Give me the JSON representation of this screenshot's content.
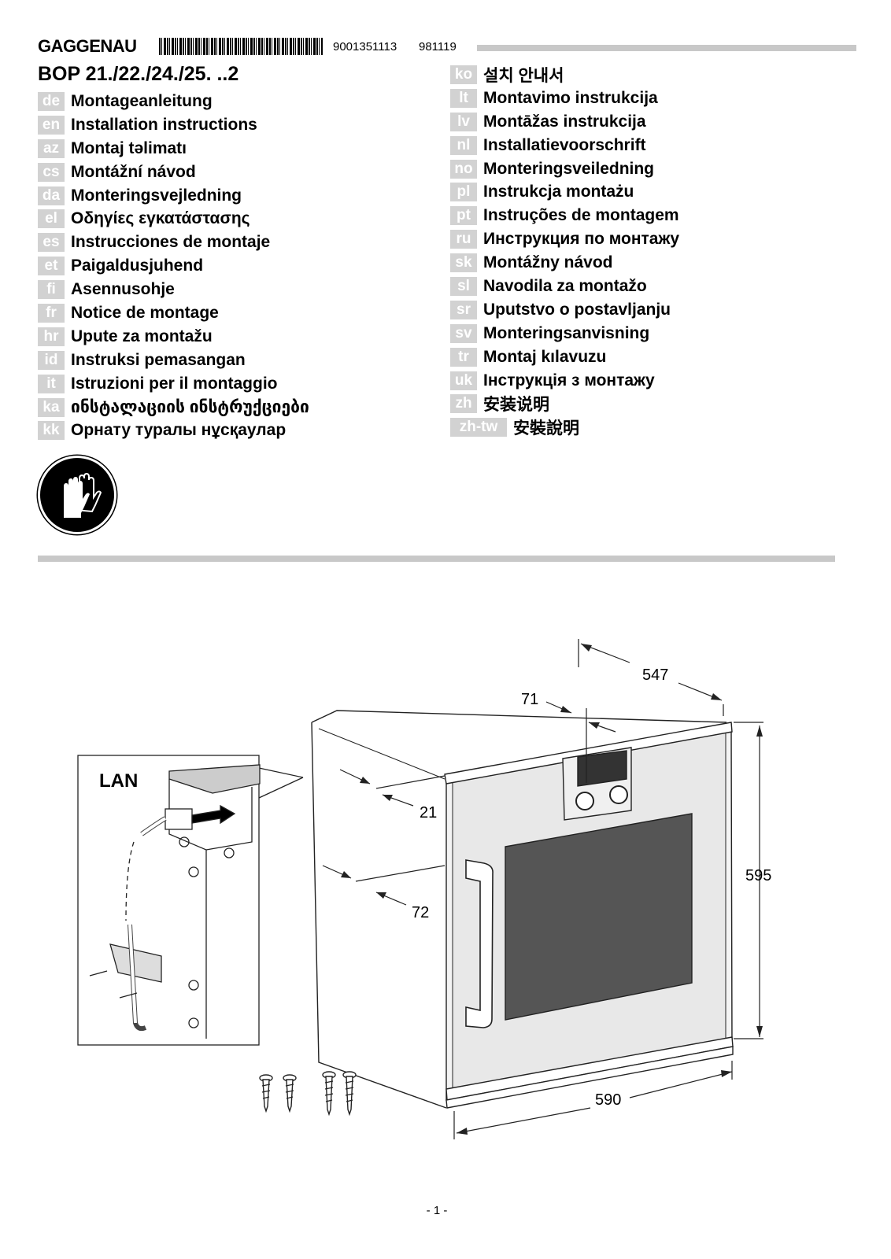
{
  "header": {
    "brand": "GAGGENAU",
    "doc_number": "9001351113",
    "date_code": "981119"
  },
  "model": "BOP 21./22./24./25. ..2",
  "languages_left": [
    {
      "code": "de",
      "title": "Montageanleitung"
    },
    {
      "code": "en",
      "title": "Installation instructions"
    },
    {
      "code": "az",
      "title": "Montaj təlimatı"
    },
    {
      "code": "cs",
      "title": "Montážní návod"
    },
    {
      "code": "da",
      "title": "Monteringsvejledning"
    },
    {
      "code": "el",
      "title": "Οδηγίες εγκατάστασης"
    },
    {
      "code": "es",
      "title": "Instrucciones de montaje"
    },
    {
      "code": "et",
      "title": "Paigaldusjuhend"
    },
    {
      "code": "fi",
      "title": "Asennusohje"
    },
    {
      "code": "fr",
      "title": "Notice de montage"
    },
    {
      "code": "hr",
      "title": "Upute za montažu"
    },
    {
      "code": "id",
      "title": "Instruksi pemasangan"
    },
    {
      "code": "it",
      "title": "Istruzioni per il montaggio"
    },
    {
      "code": "ka",
      "title": "ინსტალაციის ინსტრუქციები"
    },
    {
      "code": "kk",
      "title": "Орнату туралы нұсқаулар"
    }
  ],
  "languages_right": [
    {
      "code": "ko",
      "title": "설치 안내서"
    },
    {
      "code": "lt",
      "title": "Montavimo instrukcija"
    },
    {
      "code": "lv",
      "title": "Montāžas instrukcija"
    },
    {
      "code": "nl",
      "title": "Installatievoorschrift"
    },
    {
      "code": "no",
      "title": "Monteringsveiledning"
    },
    {
      "code": "pl",
      "title": "Instrukcja montażu"
    },
    {
      "code": "pt",
      "title": "Instruções de montagem"
    },
    {
      "code": "ru",
      "title": "Инструкция по монтажу"
    },
    {
      "code": "sk",
      "title": "Montážny návod"
    },
    {
      "code": "sl",
      "title": "Navodila za montažo"
    },
    {
      "code": "sr",
      "title": "Uputstvo o postavljanju"
    },
    {
      "code": "sv",
      "title": "Monteringsanvisning"
    },
    {
      "code": "tr",
      "title": "Montaj kılavuzu"
    },
    {
      "code": "uk",
      "title": "Інструкція з монтажу"
    },
    {
      "code": "zh",
      "title": "安装说明"
    },
    {
      "code": "zh-tw",
      "title": "安裝說明"
    }
  ],
  "safety_icon": "protective-gloves-icon",
  "drawing": {
    "lan_label": "LAN",
    "dimensions": {
      "depth": "547",
      "panel_width": "71",
      "panel_offset": "21",
      "handle_offset": "72",
      "height": "595",
      "width": "590"
    }
  },
  "footer": {
    "page": "- 1 -"
  }
}
